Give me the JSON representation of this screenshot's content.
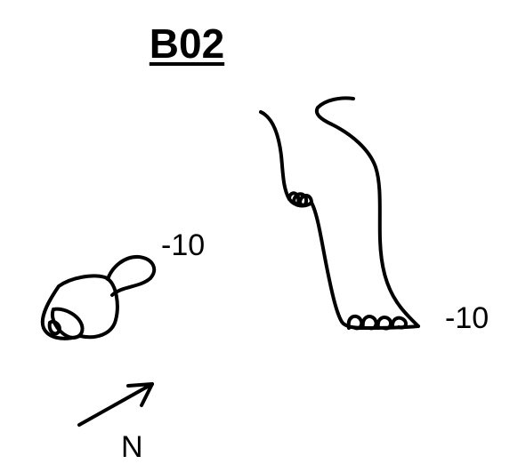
{
  "title": "B02",
  "annotations": {
    "small_footprint_depth": "-10",
    "large_footprint_depth": "-10",
    "north_label": "N"
  },
  "colors": {
    "ink": "#000000",
    "background": "#ffffff"
  },
  "icons": {
    "north_arrow": "north-arrow-icon",
    "small_footprint": "small-footprint-sketch",
    "large_footprint": "large-footprint-sketch"
  }
}
